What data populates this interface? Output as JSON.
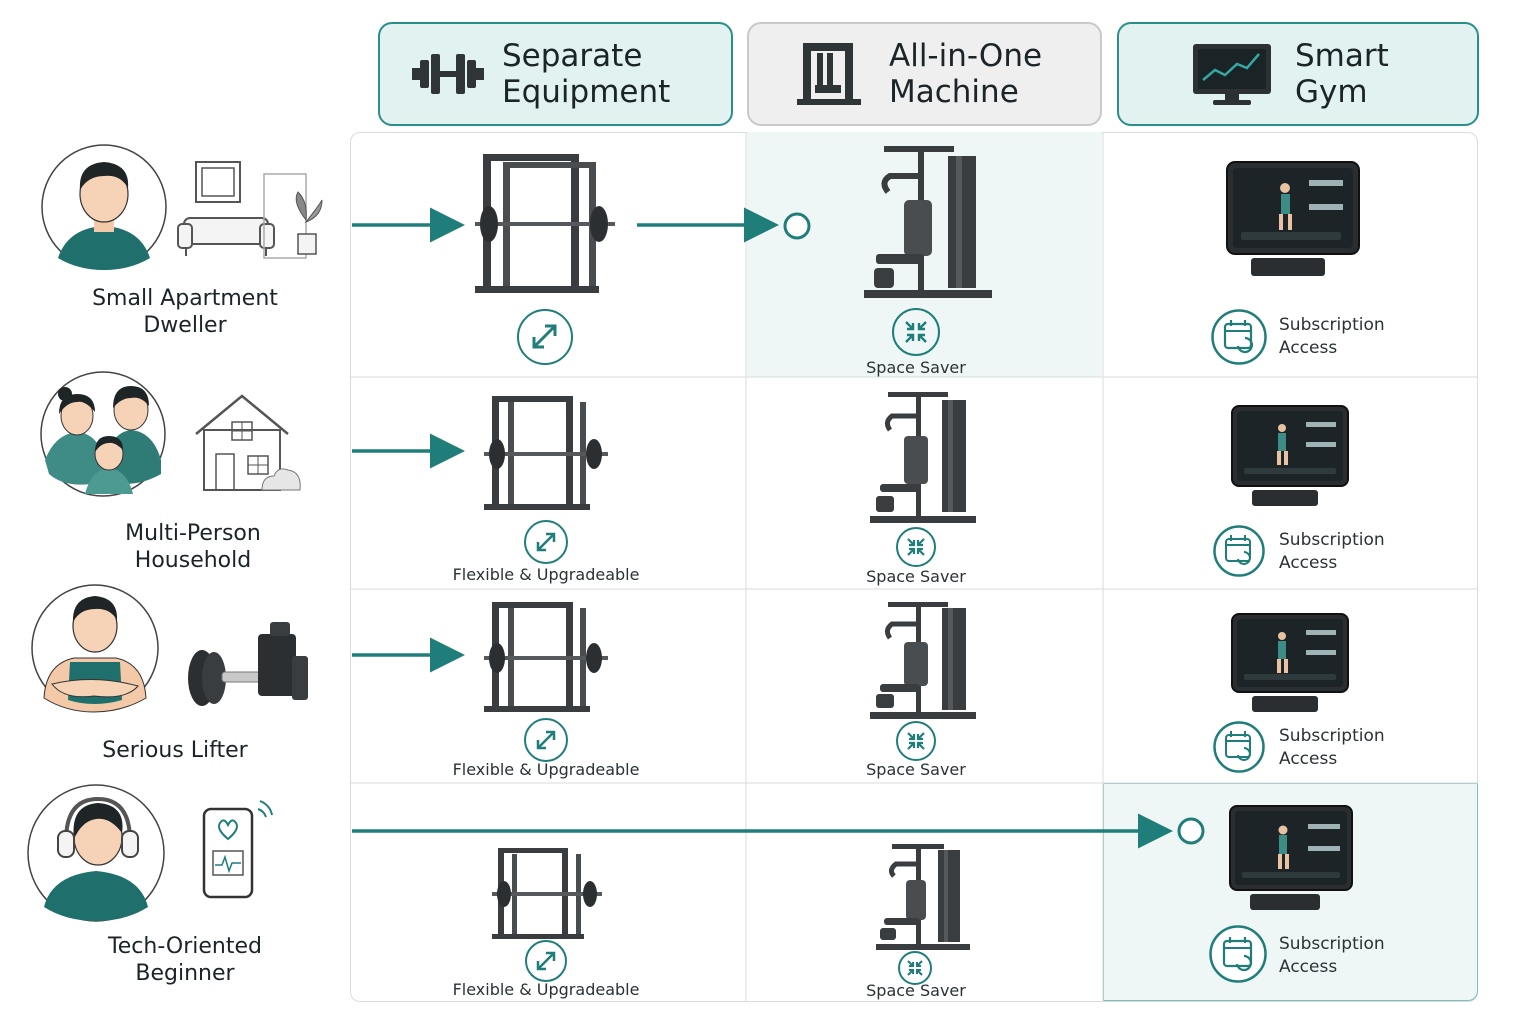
{
  "columns": [
    {
      "title": "Separate\nEquipment",
      "icon": "dumbbell-icon"
    },
    {
      "title": "All-in-One\nMachine",
      "icon": "machine-icon"
    },
    {
      "title": "Smart\nGym",
      "icon": "monitor-chart-icon"
    }
  ],
  "personas": [
    {
      "label": "Small Apartment\nDweller",
      "icons": [
        "avatar-man",
        "sofa-icon",
        "plant-icon"
      ]
    },
    {
      "label": "Multi-Person\nHousehold",
      "icons": [
        "family-avatar",
        "house-icon"
      ]
    },
    {
      "label": "Serious Lifter",
      "icons": [
        "athlete-avatar",
        "barbell-weights-icon"
      ]
    },
    {
      "label": "Tech-Oriented\nBeginner",
      "icons": [
        "headphones-avatar",
        "phone-heart-icon"
      ]
    }
  ],
  "rows": [
    {
      "separate_caption": "",
      "allinone_caption": "Space Saver",
      "smart_caption": "Subscription\nAccess",
      "arrow_to": "All-in-One Machine"
    },
    {
      "separate_caption": "Flexible & Upgradeable",
      "allinone_caption": "Space Saver",
      "smart_caption": "Subscription\nAccess",
      "arrow_to": "Separate Equipment"
    },
    {
      "separate_caption": "Flexible & Upgradeable",
      "allinone_caption": "Space Saver",
      "smart_caption": "Subscription\nAccess",
      "arrow_to": "Separate Equipment"
    },
    {
      "separate_caption": "Flexible & Upgradeable",
      "allinone_caption": "Space Saver",
      "smart_caption": "Subscription\nAccess",
      "arrow_to": "Smart Gym"
    }
  ],
  "colors": {
    "accent": "#1f7d7a",
    "highlight_bg": "#eef7f6",
    "equipment": "#3a3d40"
  }
}
